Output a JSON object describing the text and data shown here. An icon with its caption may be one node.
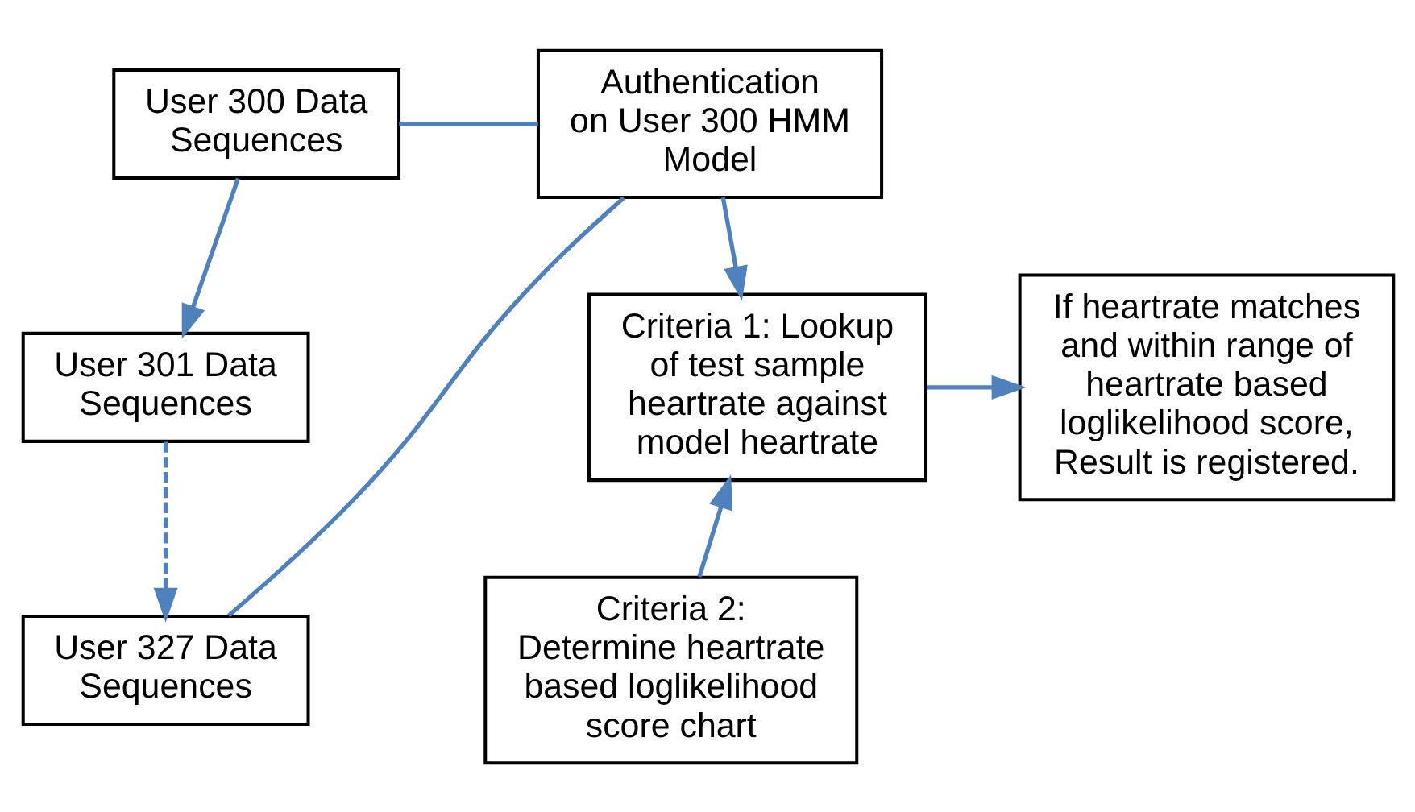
{
  "diagram": {
    "nodes": [
      {
        "text": [
          "User 300 Data Sequences"
        ]
      },
      {
        "text": [
          "User 301 Data Sequences"
        ]
      },
      {
        "text": [
          "User 327 Data Sequences"
        ]
      },
      {
        "text": [
          "Authentication on User 300 HMM Model"
        ]
      },
      {
        "text": [
          "Criteria 1: Lookup of test sample heartrate against model heartrate"
        ]
      },
      {
        "text": [
          "Criteria 2: Determine heartrate based loglikelihood score chart"
        ]
      },
      {
        "text": [
          "If heartrate matches and within range of heartrate based loglikelihood score, Result is registered."
        ]
      }
    ],
    "edges": [
      {
        "from": 0,
        "to": 1,
        "arrow": "to"
      },
      {
        "from": 1,
        "to": 2,
        "arrow": "to",
        "style": "dashed"
      },
      {
        "from": 0,
        "to": 3,
        "arrow": "none"
      },
      {
        "from": 2,
        "to": 3,
        "arrow": "none"
      },
      {
        "from": 3,
        "to": 4,
        "arrow": "to"
      },
      {
        "from": 5,
        "to": 4,
        "arrow": "to"
      },
      {
        "from": 4,
        "to": 6,
        "arrow": "to"
      }
    ]
  }
}
